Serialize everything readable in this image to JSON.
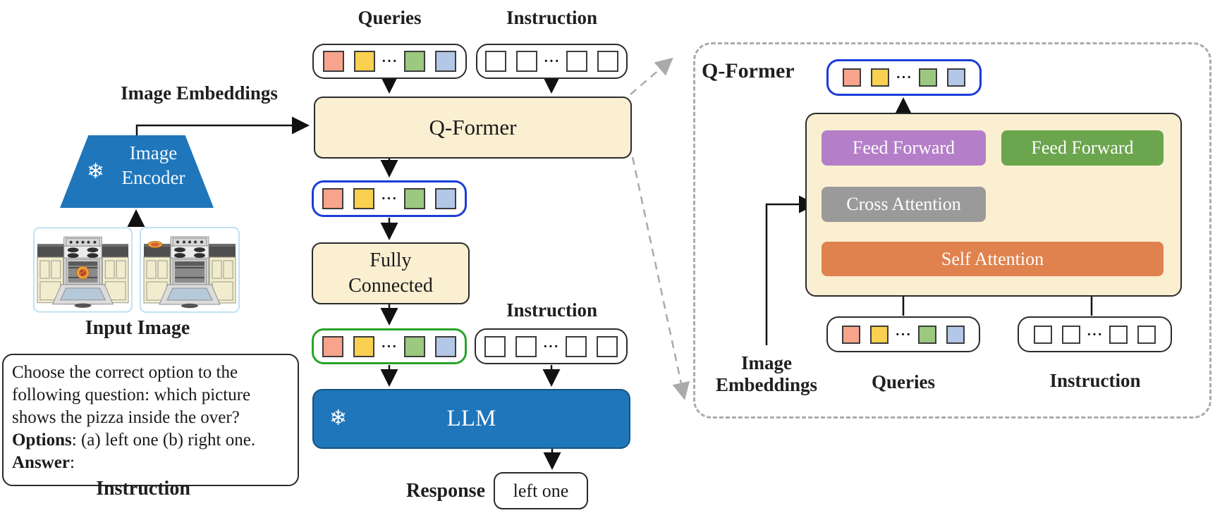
{
  "colors": {
    "cream": "#FAEFD1",
    "blue": "#1F76BB",
    "purple": "#B57EC8",
    "green": "#6BA54D",
    "gray": "#9A9A9A",
    "orange": "#E0824E",
    "tok-salmon": "#F8A48D",
    "tok-yellow": "#F9D04F",
    "tok-green": "#9CC87F",
    "tok-blue": "#B3C7E6",
    "row-blue-border": "#1B3CD9",
    "row-green-border": "#27A427",
    "dashed-gray": "#ABABAB"
  },
  "icons": {
    "snowflake": "❄",
    "dots": "···"
  },
  "main": {
    "queries_label": "Queries",
    "instruction_label_top": "Instruction",
    "image_embeddings_label": "Image Embeddings",
    "image_encoder_label": "Image Encoder",
    "qformer_label": "Q-Former",
    "fully_connected_label": "Fully Connected",
    "instruction_label_mid": "Instruction",
    "llm_label": "LLM",
    "input_image_label": "Input Image",
    "instruction_caption": "Instruction",
    "response_label": "Response",
    "response_value": "left one",
    "prompt": {
      "line1": "Choose the correct option to the",
      "line2": "following question: which picture",
      "line3": "shows the pizza inside the over?",
      "options_bold": "Options",
      "options_rest": ": (a) left one (b) right one.",
      "answer_bold": "Answer",
      "answer_rest": ":"
    }
  },
  "panel": {
    "title": "Q-Former",
    "feed_forward_left": "Feed Forward",
    "feed_forward_right": "Feed Forward",
    "cross_attention_label": "Cross Attention",
    "self_attention_label": "Self Attention",
    "queries_label": "Queries",
    "instruction_label": "Instruction",
    "image_embeddings_label": "Image\nEmbeddings"
  }
}
